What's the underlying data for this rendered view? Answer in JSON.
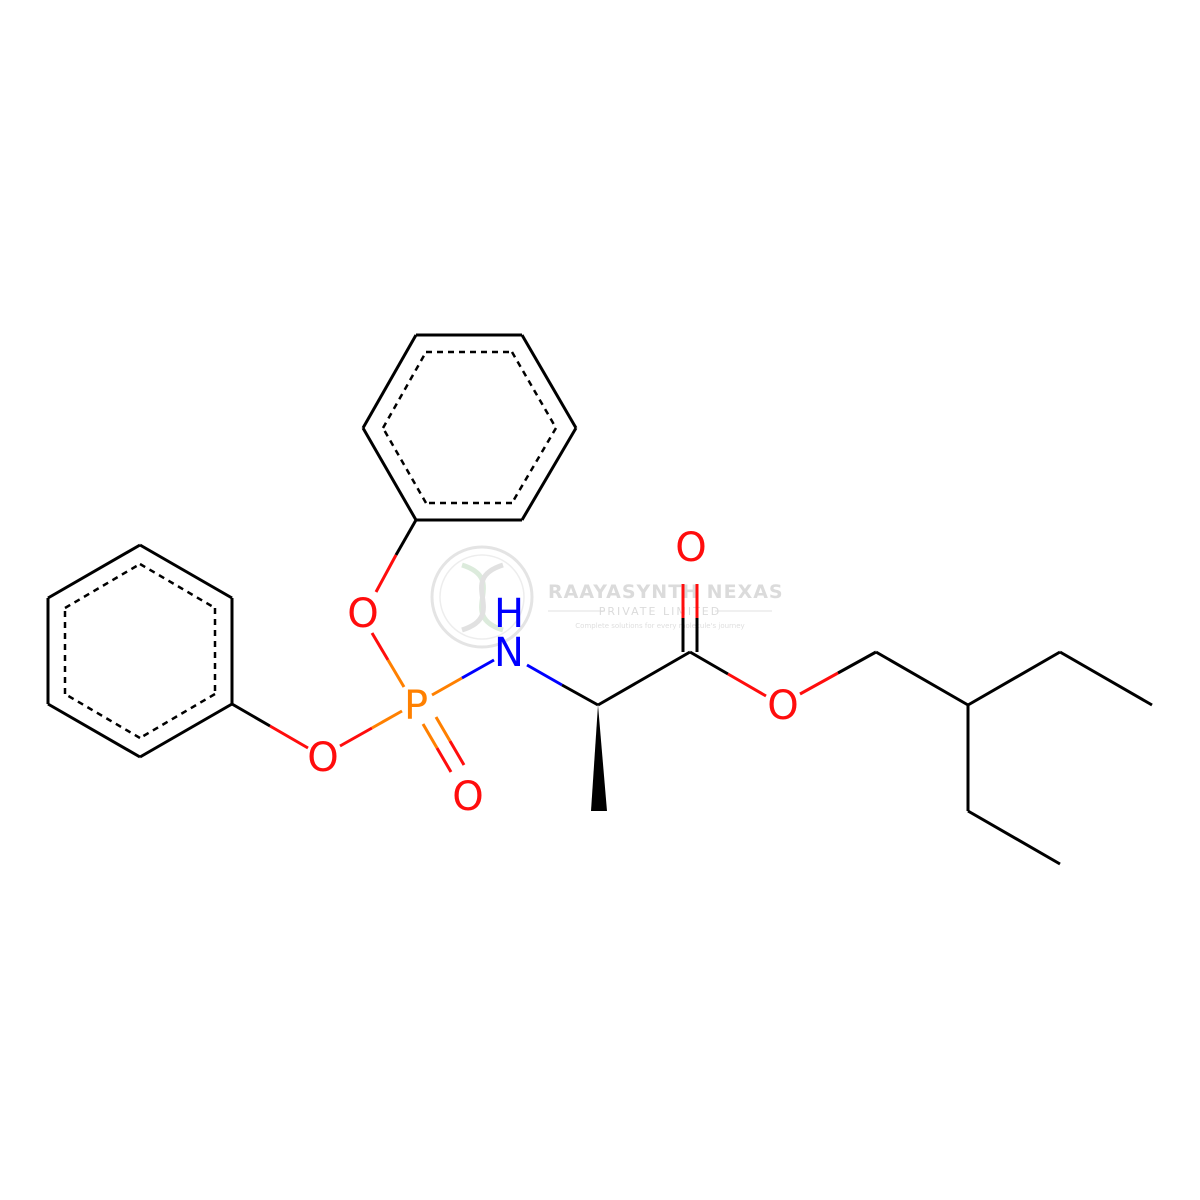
{
  "colors": {
    "bond": "#000000",
    "oxygen": "#ff0d0d",
    "nitrogen": "#0000ff",
    "phosphorus": "#ff8000",
    "watermark": "#d5d5d5"
  },
  "atoms": {
    "o_carbonyl": "O",
    "o_ester": "O",
    "o_phenoxy_top": "O",
    "o_phenoxy_left": "O",
    "o_phosphoryl": "O",
    "p": "P",
    "n": "N",
    "nh": "H"
  },
  "watermark": {
    "company": "RAAYASYNTH NEXAS",
    "subtitle": "PRIVATE LIMITED",
    "tagline": "Complete solutions for every molecule's journey",
    "logo_icon": "dna-helix-icon"
  }
}
